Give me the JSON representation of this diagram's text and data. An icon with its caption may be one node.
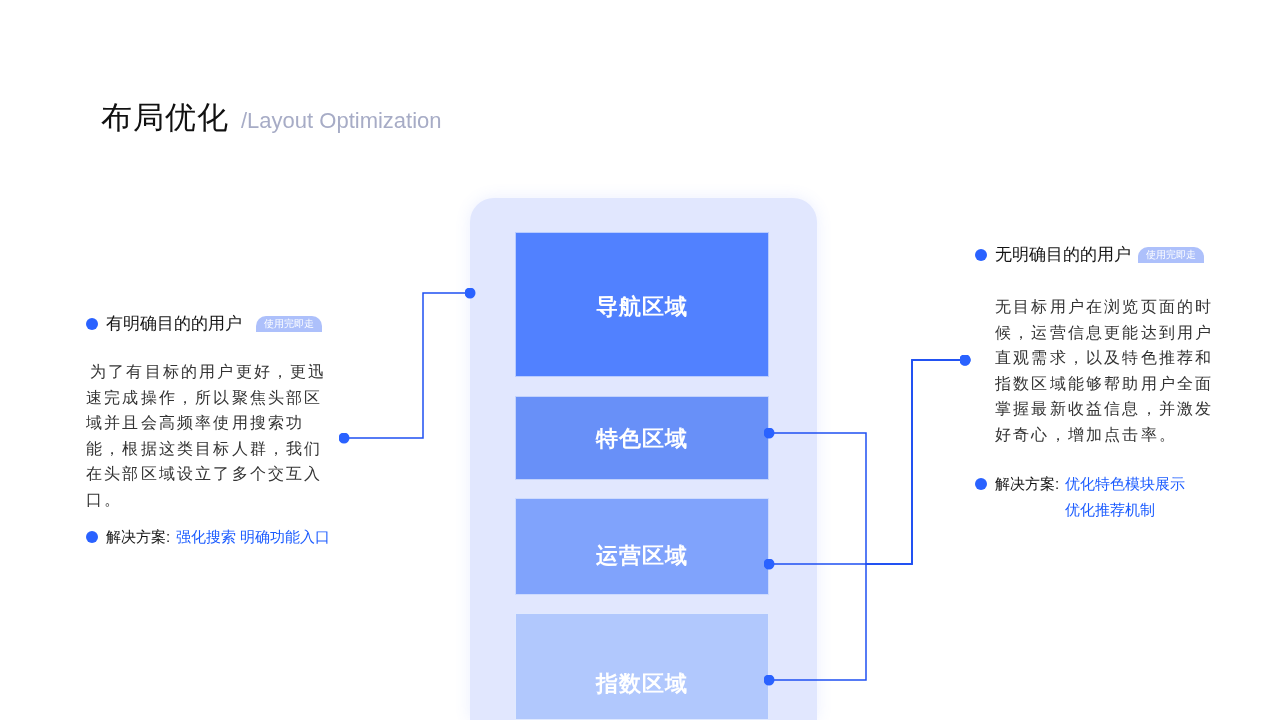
{
  "diagram": {
    "title": "布局优化",
    "nodes": [
      {
        "text": [
          "有明确目的的用户",
          "使用完即走",
          "为了有目标的用户更好，更迅速完成操作，所以聚焦头部区域并且会高频率使用搜索功能，根据这类目标人群，我们在头部区域设立了多个交互入口。",
          "解决方案:",
          "强化搜索 明确功能入口"
        ]
      },
      {
        "text": [],
        "shape": "box"
      },
      {
        "text": [
          "导航区域"
        ],
        "in": 1
      },
      {
        "text": [
          "特色区域"
        ],
        "in": 1
      },
      {
        "text": [
          "运营区域"
        ],
        "in": 1
      },
      {
        "text": [
          "指数区域"
        ],
        "in": 1
      },
      {
        "text": [
          "无明确目的的用户",
          "使用完即走",
          "无目标用户在浏览页面的时候，运营信息更能达到用户直观需求，以及特色推荐和指数区域能够帮助用户全面掌握最新收益信息，并激发好奇心，增加点击率。",
          "解决方案:",
          "优化特色模块展示",
          "优化推荐机制"
        ]
      }
    ],
    "edges": [
      {
        "from": 0,
        "to": 1,
        "arrow": "other"
      },
      {
        "from": 6,
        "to": 3,
        "arrow": "other"
      },
      {
        "from": 6,
        "to": 4,
        "arrow": "other"
      },
      {
        "from": 6,
        "to": 5,
        "arrow": "other"
      }
    ],
    "labels": [
      "/Layout Optimization"
    ]
  }
}
